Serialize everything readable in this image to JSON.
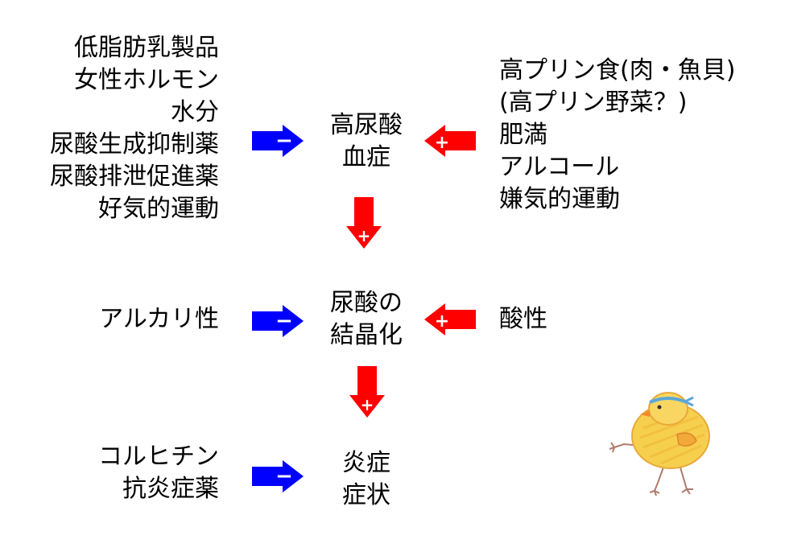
{
  "left": {
    "top": [
      "低脂肪乳製品",
      "女性ホルモン",
      "水分",
      "尿酸生成抑制薬",
      "尿酸排泄促進薬",
      "好気的運動"
    ],
    "middle": [
      "アルカリ性"
    ],
    "bottom": [
      "コルヒチン",
      "抗炎症薬"
    ]
  },
  "center": {
    "top": [
      "高尿酸",
      "血症"
    ],
    "middle": [
      "尿酸の",
      "結晶化"
    ],
    "bottom": [
      "炎症",
      "症状"
    ]
  },
  "right": {
    "top": [
      "高プリン食(肉・魚貝)",
      "(高プリン野菜？)",
      "肥満",
      "アルコール",
      "嫌気的運動"
    ],
    "middle": [
      "酸性"
    ]
  },
  "arrows": {
    "minus_sign": "−",
    "plus_sign": "+"
  },
  "colors": {
    "inhibit_arrow": "#0000ff",
    "promote_arrow": "#ff0000",
    "text": "#000000"
  },
  "icons": {
    "character": "chick-drawing-icon"
  }
}
